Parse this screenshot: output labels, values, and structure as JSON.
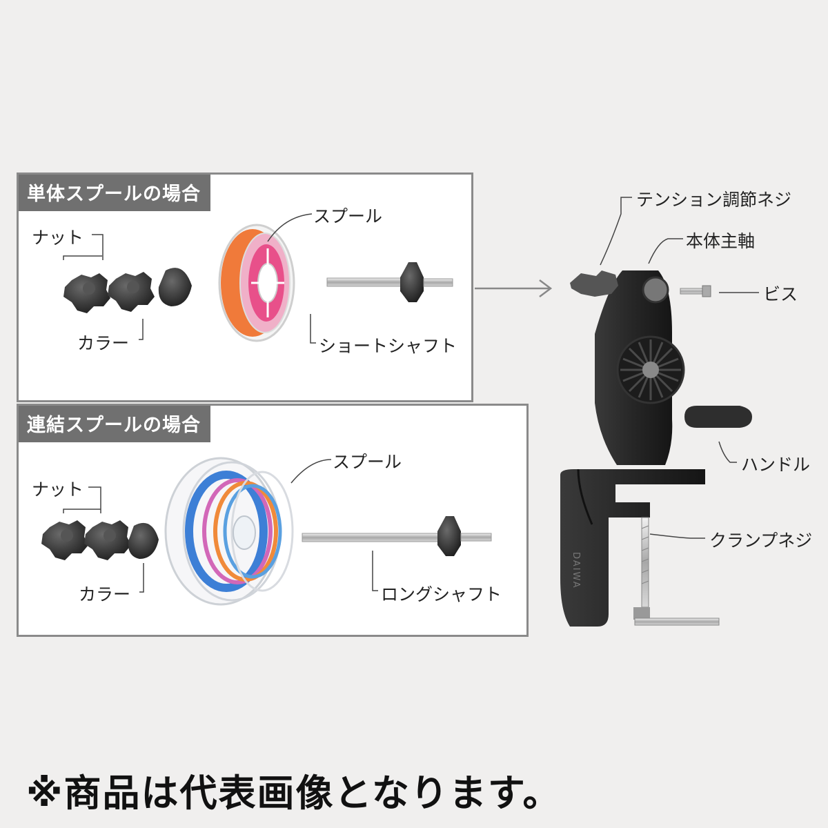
{
  "single_panel": {
    "title": "単体スプールの場合",
    "labels": {
      "nut": "ナット",
      "collar": "カラー",
      "spool": "スプール",
      "shaft": "ショートシャフト"
    }
  },
  "linked_panel": {
    "title": "連結スプールの場合",
    "labels": {
      "nut": "ナット",
      "collar": "カラー",
      "spool": "スプール",
      "shaft": "ロングシャフト"
    }
  },
  "main_unit": {
    "labels": {
      "tension": "テンション調節ネジ",
      "body": "本体主軸",
      "screw": "ビス",
      "handle": "ハンドル",
      "clamp": "クランプネジ"
    },
    "imprint": "DAIWA"
  },
  "note": "※商品は代表画像となります。",
  "colors": {
    "panel_header": "#707070",
    "line_orange": "#f07a3a",
    "line_pink": "#e8508a",
    "part_black": "#2a2a2a"
  }
}
